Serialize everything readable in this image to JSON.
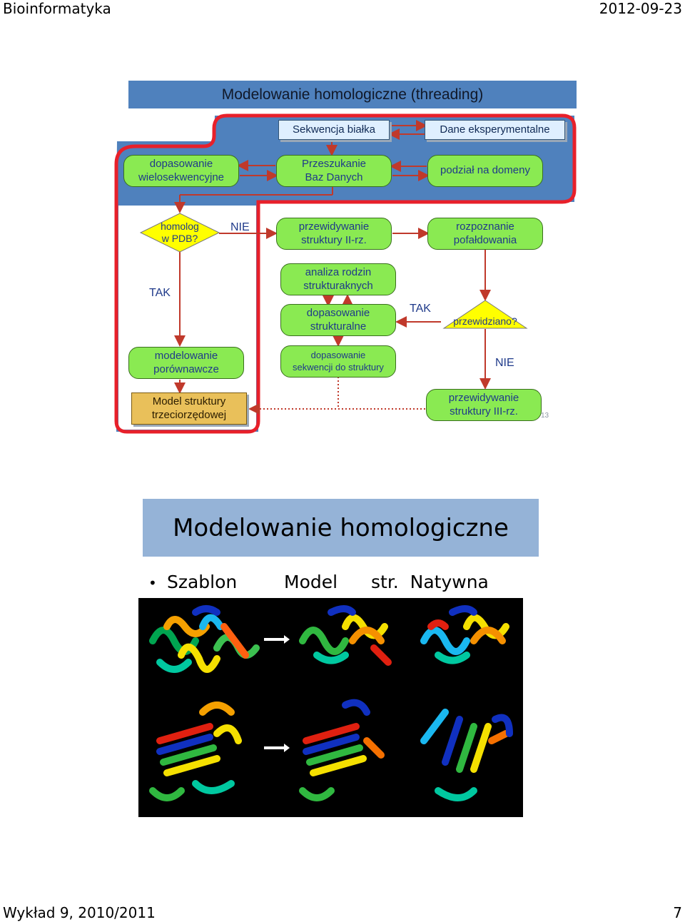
{
  "header": {
    "left": "Bioinformatyka",
    "right": "2012-09-23"
  },
  "footer": {
    "left": "Wykład 9, 2010/2011",
    "right": "7"
  },
  "slide1": {
    "title": "Modelowanie homologiczne (threading)",
    "nodes": {
      "sekwencja": "Sekwencja białka",
      "dane": "Dane eksperymentalne",
      "msa": [
        "dopasowanie",
        "wielosekwencyjne"
      ],
      "przeszukanie": [
        "Przeszukanie",
        "Baz Danych"
      ],
      "podzial": "podział na domeny",
      "homolog": [
        "homolog",
        "w PDB?"
      ],
      "ii_rz": [
        "przewidywanie",
        "struktury II-rz."
      ],
      "pofaldowania": [
        "rozpoznanie",
        "pofałdowania"
      ],
      "analiza": [
        "analiza rodzin",
        "strukturaknych"
      ],
      "dop_strukt": [
        "dopasowanie",
        "strukturalne"
      ],
      "przewidziano": "przewidziano?",
      "modelowanie": [
        "modelowanie",
        "porównawcze"
      ],
      "dop_sekw": [
        "dopasowanie",
        "sekwencji do struktury"
      ],
      "model": [
        "Model struktury",
        "trzeciorzędowej"
      ],
      "iii_rz": [
        "przewidywanie",
        "struktury III-rz."
      ]
    },
    "labels": {
      "nie1": "NIE",
      "tak1": "TAK",
      "tak2": "TAK",
      "nie2": "NIE"
    },
    "slide_number": "13",
    "colors": {
      "red_frame": "#e8202a",
      "blue_area": "#4f81bd",
      "arrow": "#c0392b",
      "green": "#8aea52"
    }
  },
  "slide2": {
    "title": "Modelowanie homologiczne",
    "bullet": "•",
    "items": [
      "Szablon",
      "Model",
      "str.  Natywna"
    ],
    "image_alt_icons": [
      "protein-structure-rainbow"
    ]
  }
}
